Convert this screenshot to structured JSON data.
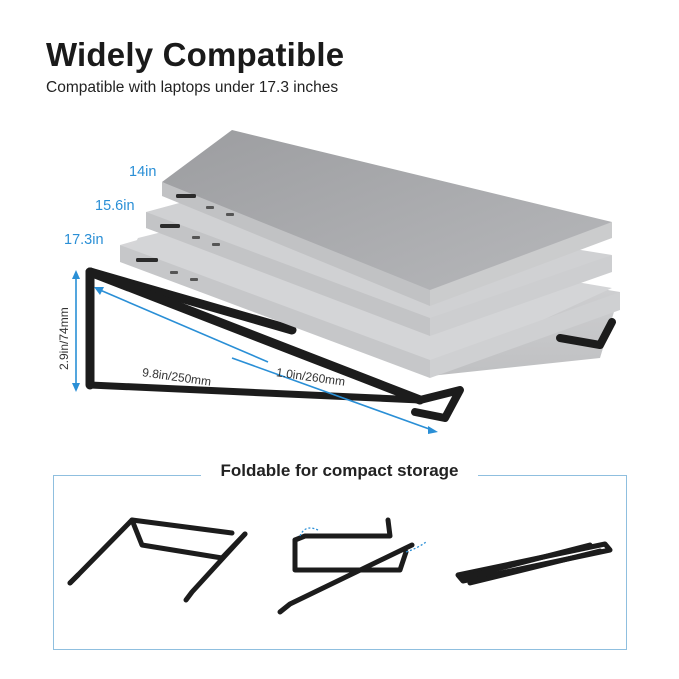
{
  "header": {
    "title": "Widely Compatible",
    "subtitle": "Compatible with laptops under 17.3 inches"
  },
  "sizes": [
    "14in",
    "15.6in",
    "17.3in"
  ],
  "dimensions": {
    "height": "2.9in/74mm",
    "depth": "9.8in/250mm",
    "width": "1.0in/260mm"
  },
  "storage": {
    "title": "Foldable for compact storage"
  },
  "colors": {
    "accent": "#2a8fd6",
    "stand": "#1c1c1c",
    "laptop": "#a9aaad"
  }
}
